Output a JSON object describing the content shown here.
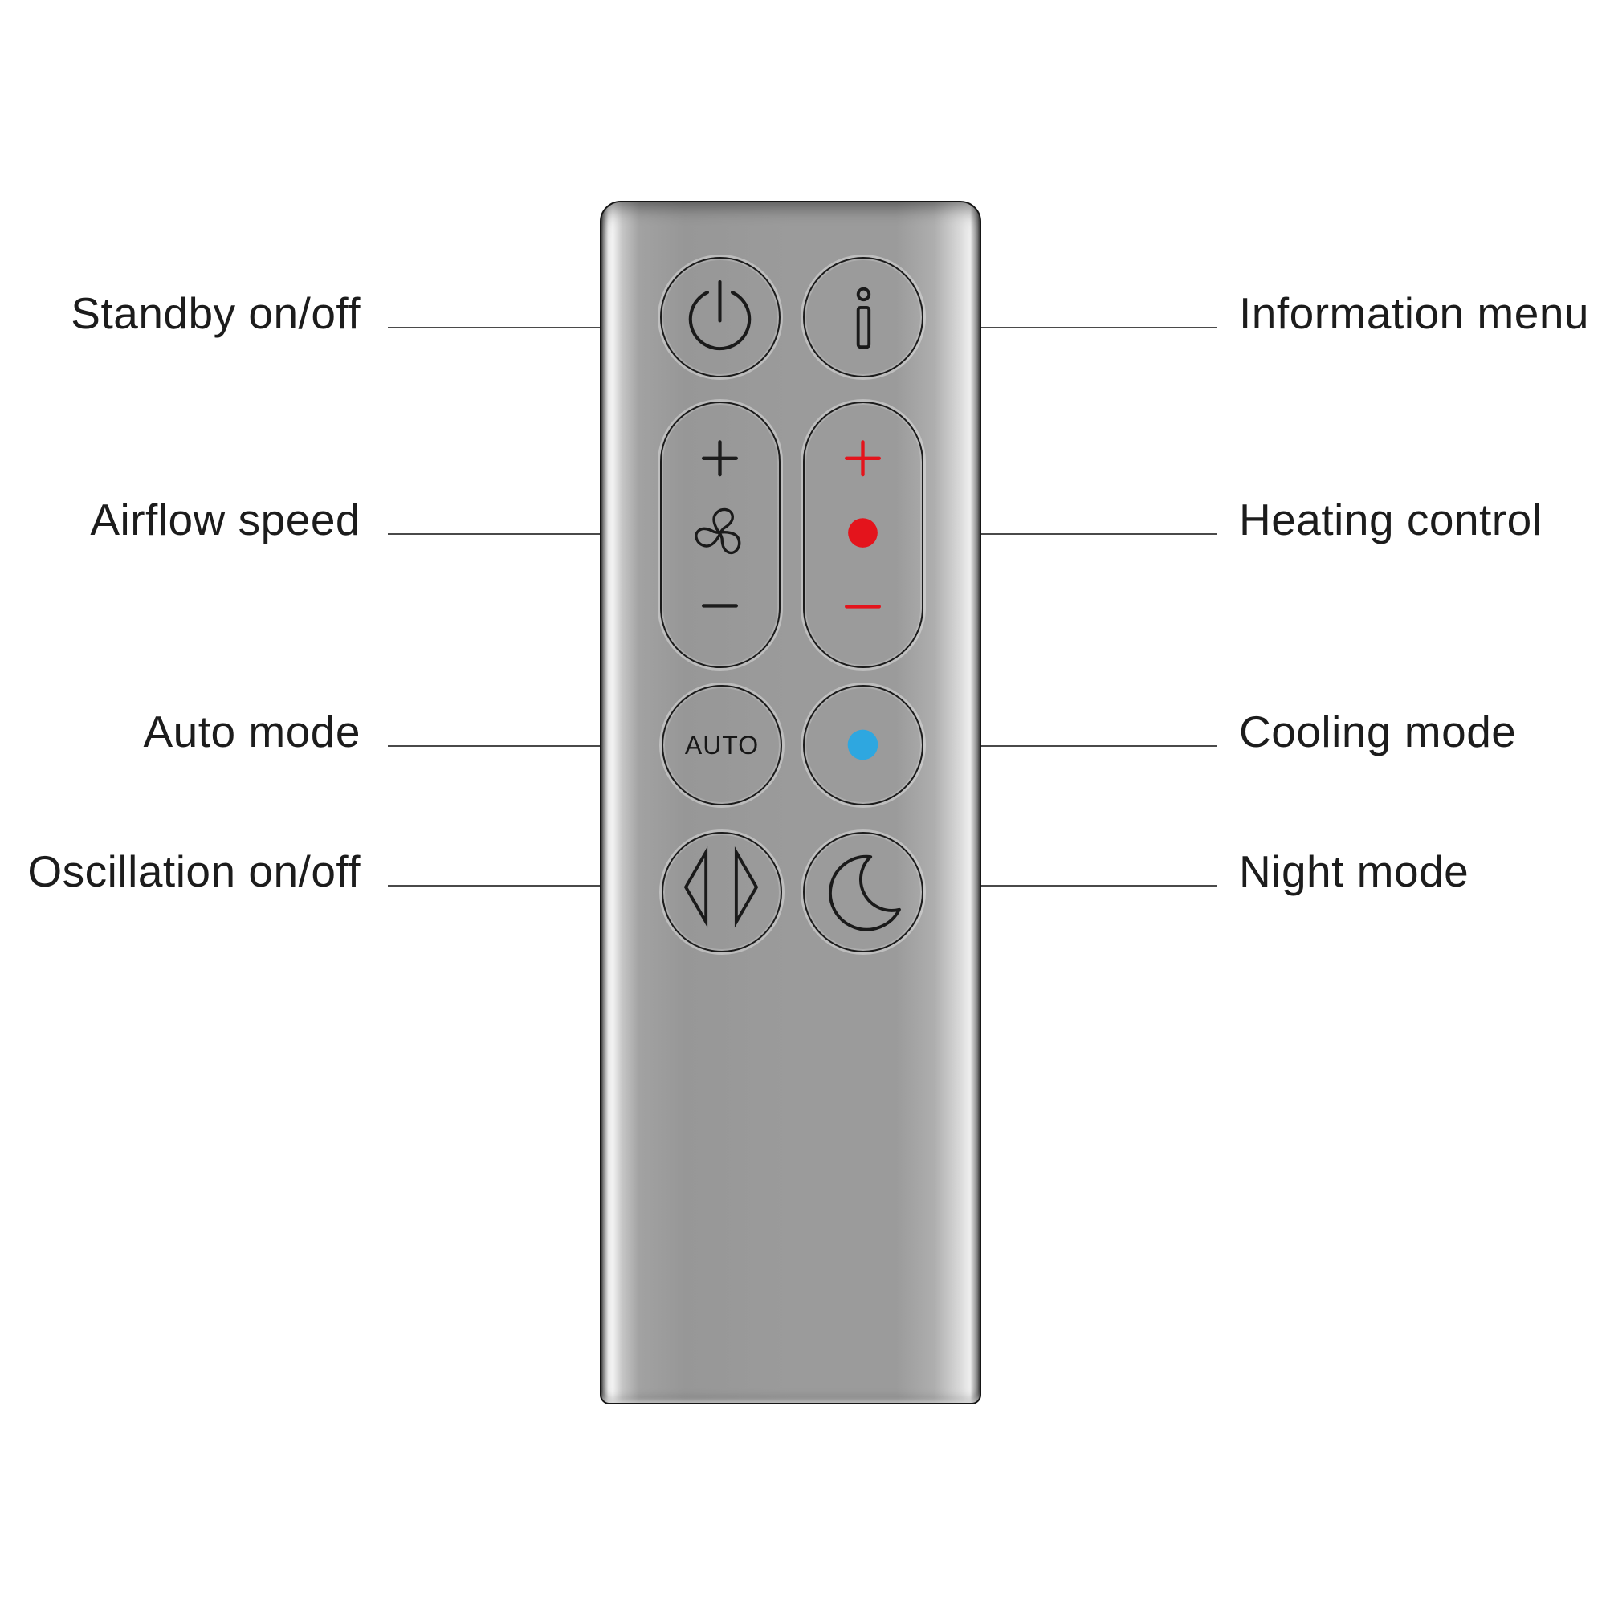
{
  "rows": [
    {
      "left_label": "Standby on/off",
      "right_label": "Information menu"
    },
    {
      "left_label": "Airflow speed",
      "right_label": "Heating control"
    },
    {
      "left_label": "Auto mode",
      "right_label": "Cooling mode"
    },
    {
      "left_label": "Oscillation on/off",
      "right_label": "Night mode"
    }
  ],
  "remote": {
    "auto_button_label": "AUTO"
  },
  "colors": {
    "heating_accent": "#e4141c",
    "cooling_accent": "#2ea7e0",
    "body_gray": "#9b9b9b",
    "icon_ink": "#1a1a1a",
    "label_text": "#1c1c1c",
    "leader_line": "#4a4a4a"
  },
  "icons": {
    "standby": "power-icon",
    "information": "info-icon",
    "airflow_increase": "plus-icon",
    "airflow_symbol": "fan-icon",
    "airflow_decrease": "minus-icon",
    "heating_increase": "plus-icon",
    "heating_indicator": "red-dot-icon",
    "heating_decrease": "minus-icon",
    "cooling_indicator": "blue-dot-icon",
    "oscillation": "oscillation-arrows-icon",
    "night": "moon-icon"
  }
}
